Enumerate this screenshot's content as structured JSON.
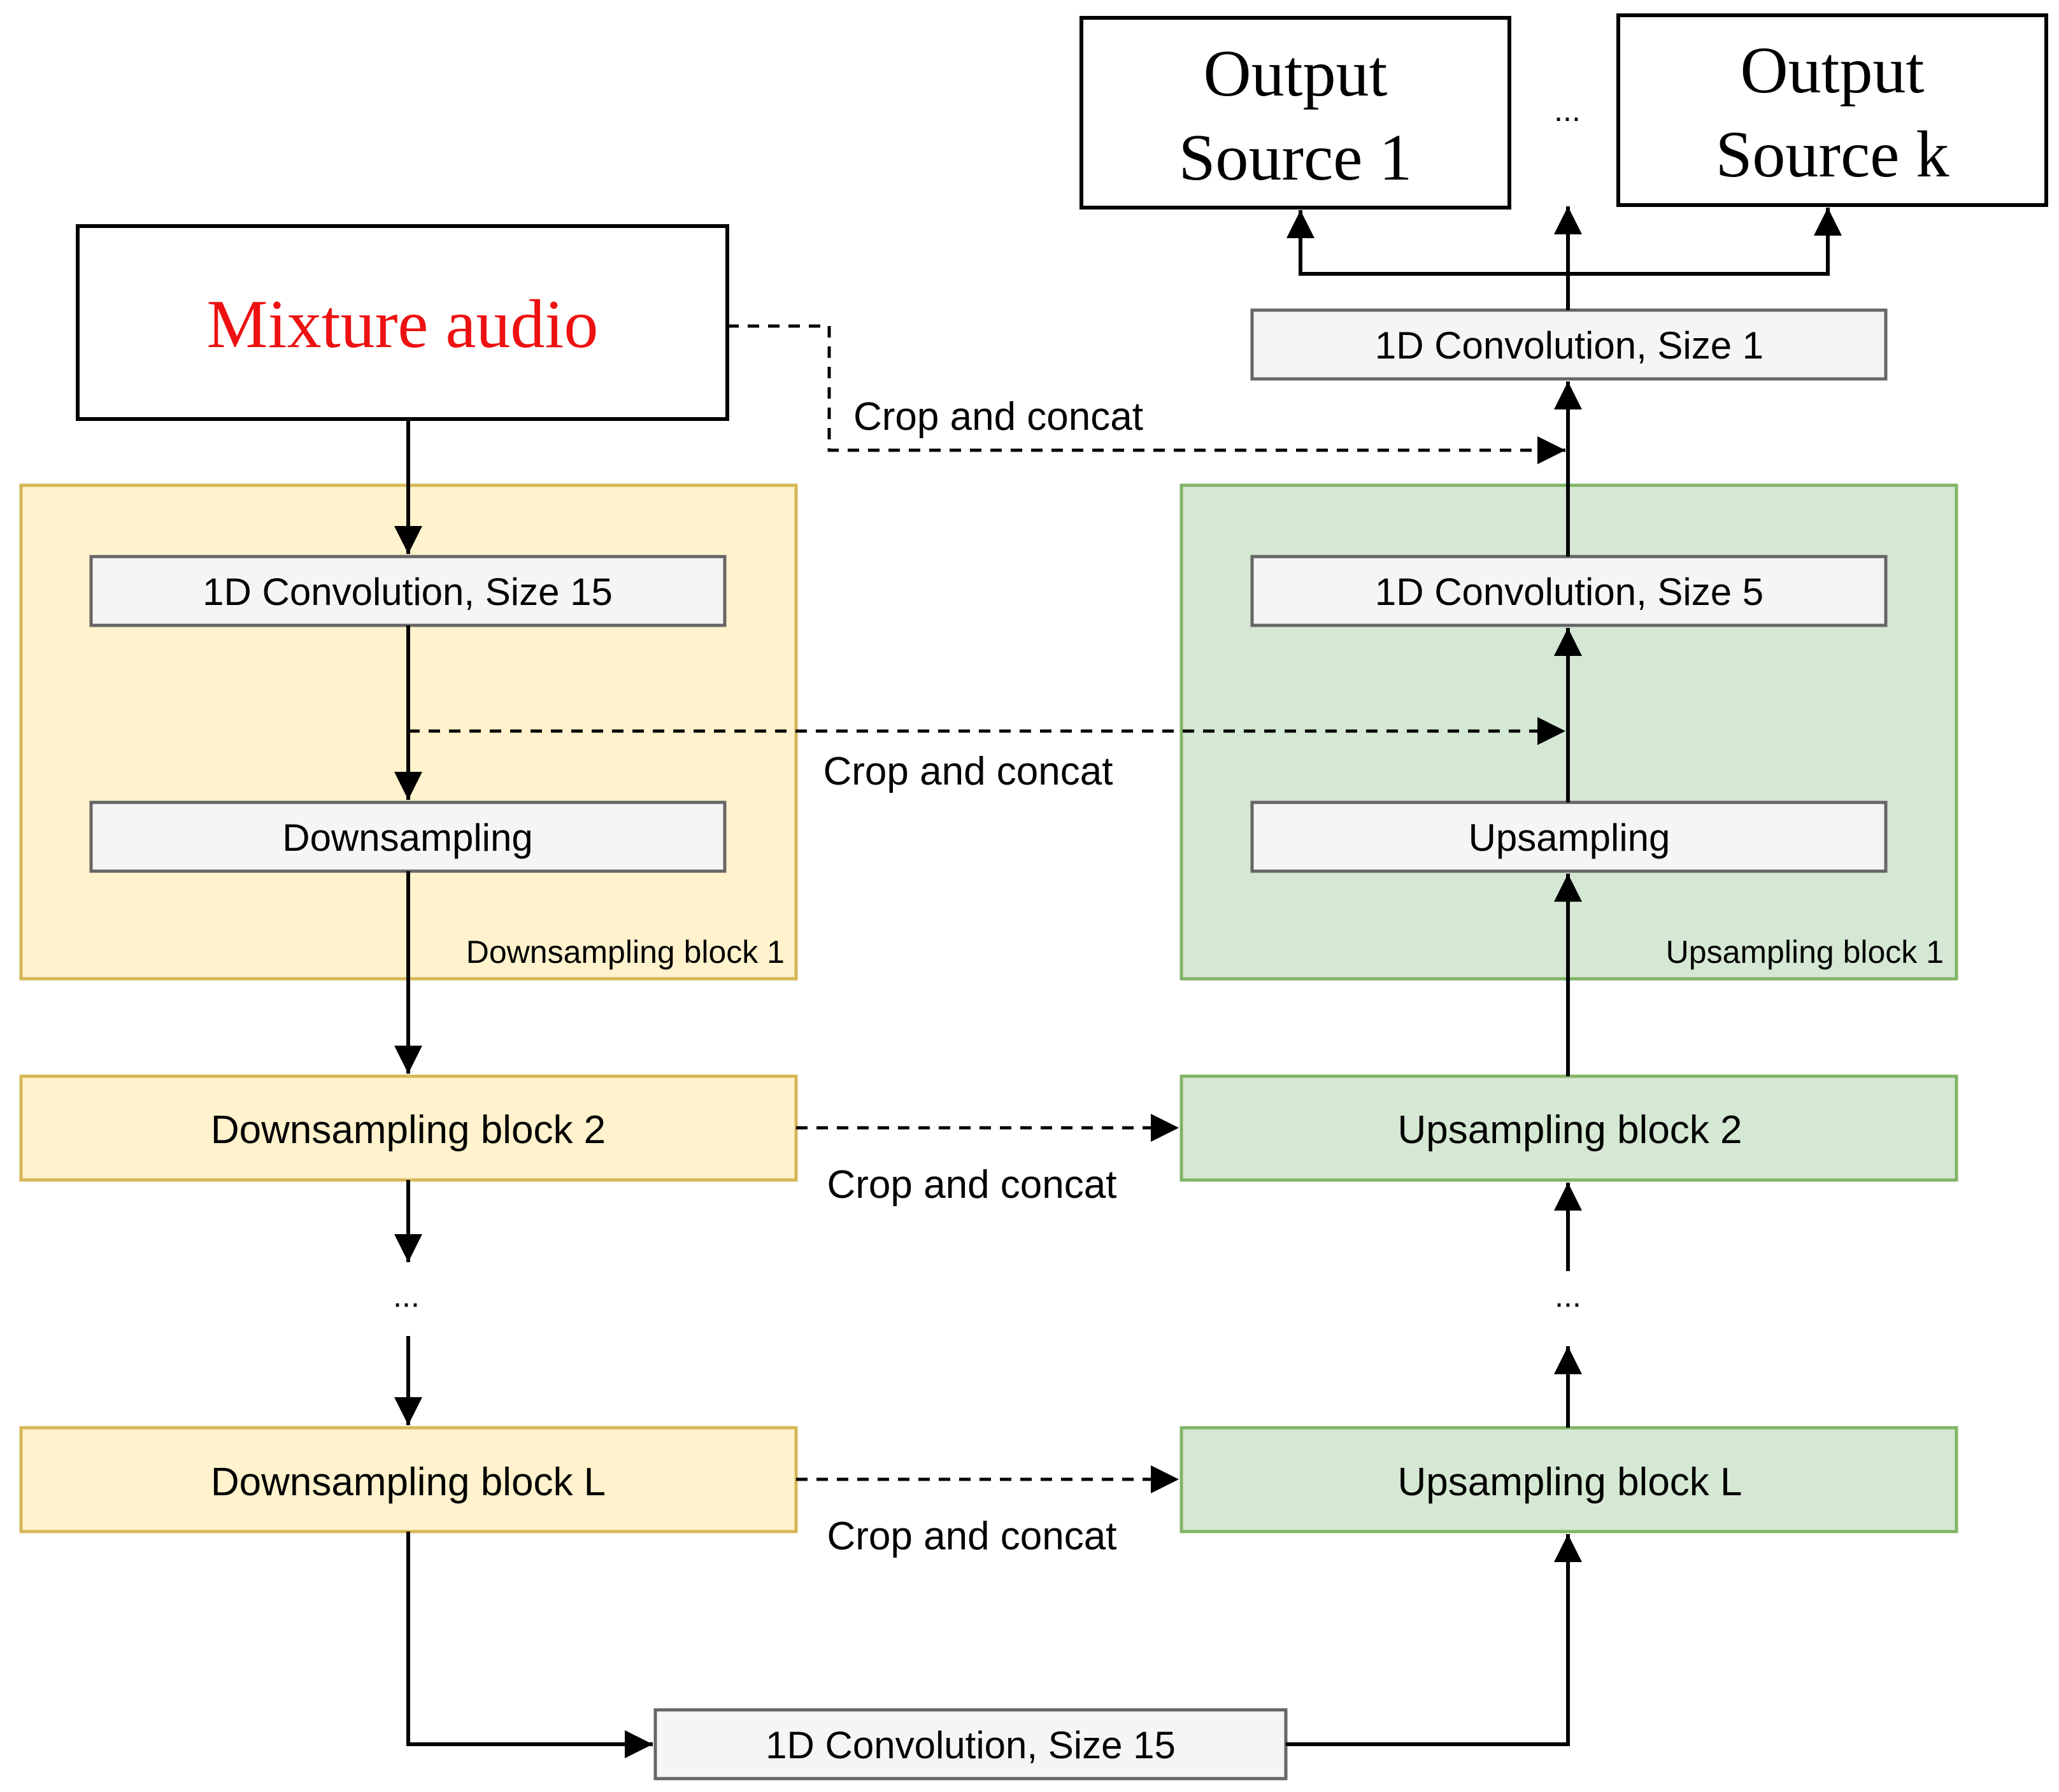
{
  "input": {
    "label": "Mixture audio",
    "color": "#ee1111"
  },
  "outputs": {
    "source_1": {
      "line1": "Output",
      "line2": "Source 1"
    },
    "source_k": {
      "line1": "Output",
      "line2": "Source k"
    },
    "ellipsis": "..."
  },
  "encoder": {
    "block1": {
      "label": "Downsampling block 1",
      "conv": "1D Convolution, Size 15",
      "down": "Downsampling"
    },
    "block2": "Downsampling block 2",
    "ellipsis": "...",
    "blockL": "Downsampling block L"
  },
  "bottleneck": {
    "conv": "1D Convolution, Size 15"
  },
  "decoder": {
    "final_conv": "1D Convolution, Size 1",
    "block1": {
      "label": "Upsampling block 1",
      "conv": "1D Convolution, Size 5",
      "up": "Upsampling"
    },
    "block2": "Upsampling block 2",
    "ellipsis": "...",
    "blockL": "Upsampling block L"
  },
  "skip": {
    "label_input": "Crop and concat",
    "label_block1": "Crop and concat",
    "label_block2": "Crop and concat",
    "label_blockL": "Crop and concat"
  },
  "colors": {
    "encoder_fill": "#fff2cc",
    "encoder_stroke": "#d6b656",
    "decoder_fill": "#d5e8d4",
    "decoder_stroke": "#82b366",
    "op_fill": "#f5f5f5",
    "op_stroke": "#666666"
  }
}
